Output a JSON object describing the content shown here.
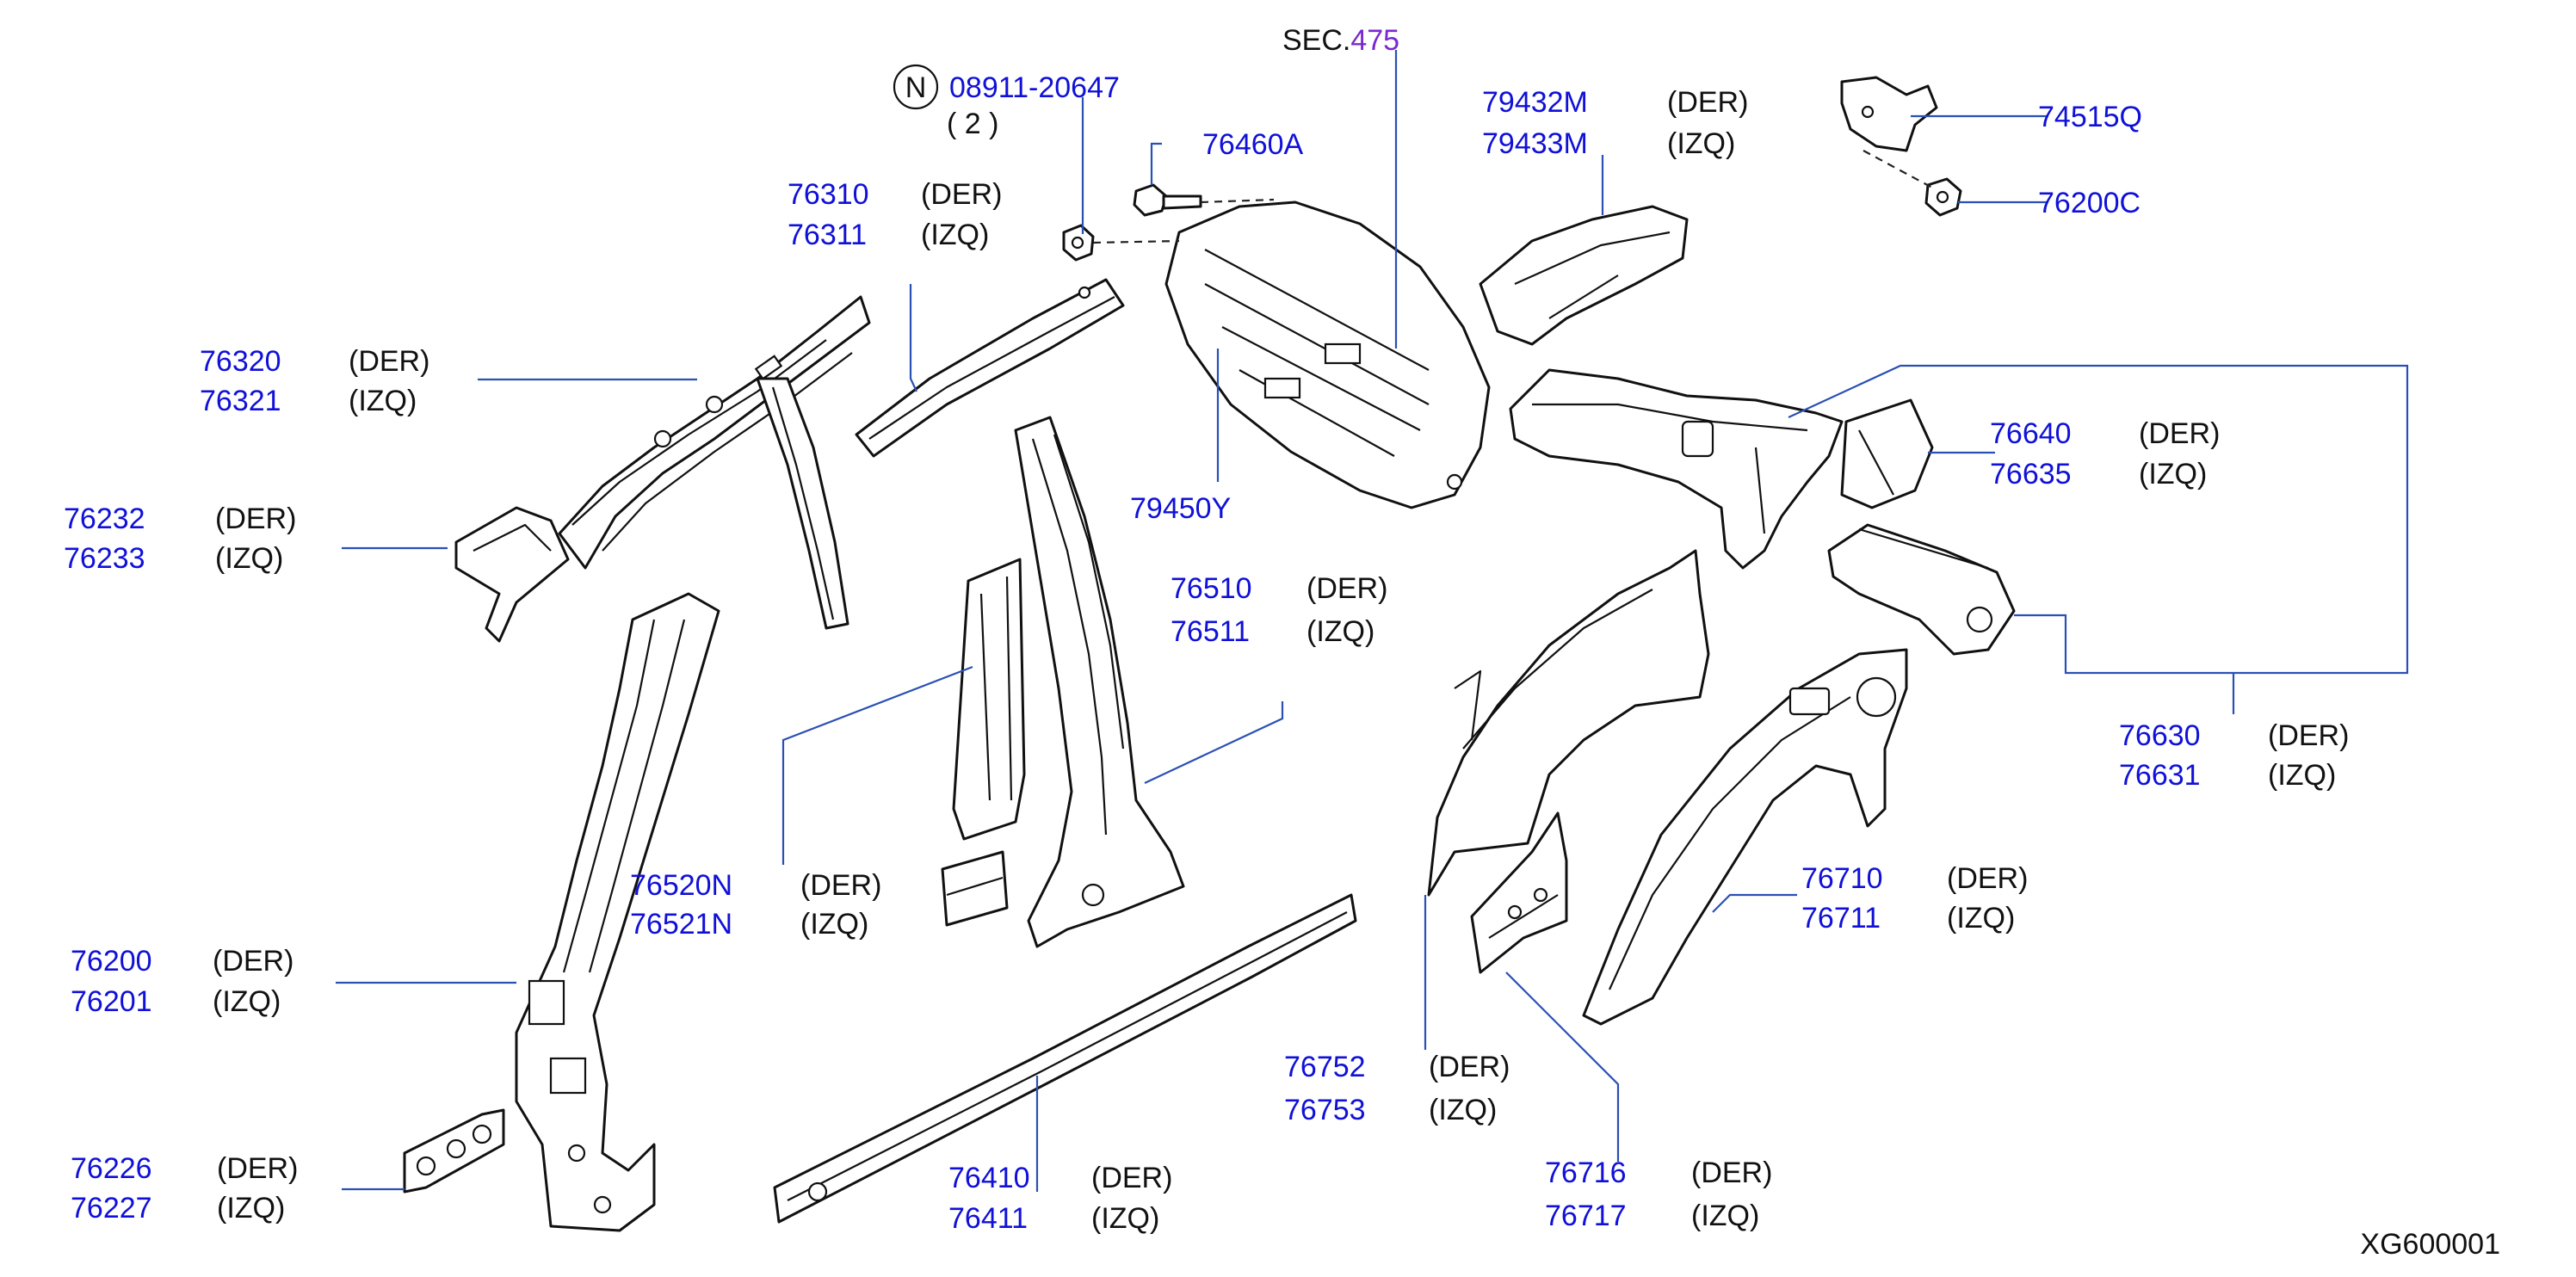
{
  "side_labels": {
    "der": "(DER)",
    "izq": "(IZQ)"
  },
  "callouts": {
    "p76320": "76320",
    "p76321": "76321",
    "p76232": "76232",
    "p76233": "76233",
    "p76310": "76310",
    "p76311": "76311",
    "p76200": "76200",
    "p76201": "76201",
    "p76226": "76226",
    "p76227": "76227",
    "p76520n": "76520N",
    "p76521n": "76521N",
    "p76510": "76510",
    "p76511": "76511",
    "p76410": "76410",
    "p76411": "76411",
    "p79450y": "79450Y",
    "p08911": "08911-20647",
    "qty": "( 2 )",
    "n_symbol": "N",
    "p76460a": "76460A",
    "sec_prefix": "SEC.",
    "sec_number": "475",
    "p79432m": "79432M",
    "p79433m": "79433M",
    "p74515q": "74515Q",
    "p76200c": "76200C",
    "p76640": "76640",
    "p76635": "76635",
    "p76630": "76630",
    "p76631": "76631",
    "p76710": "76710",
    "p76711": "76711",
    "p76752": "76752",
    "p76753": "76753",
    "p76716": "76716",
    "p76717": "76717"
  },
  "diagram_code": "XG600001",
  "colors": {
    "part_number": "#1010d8",
    "leader": "#2b50b4",
    "section_ref": "#7a28d0"
  }
}
